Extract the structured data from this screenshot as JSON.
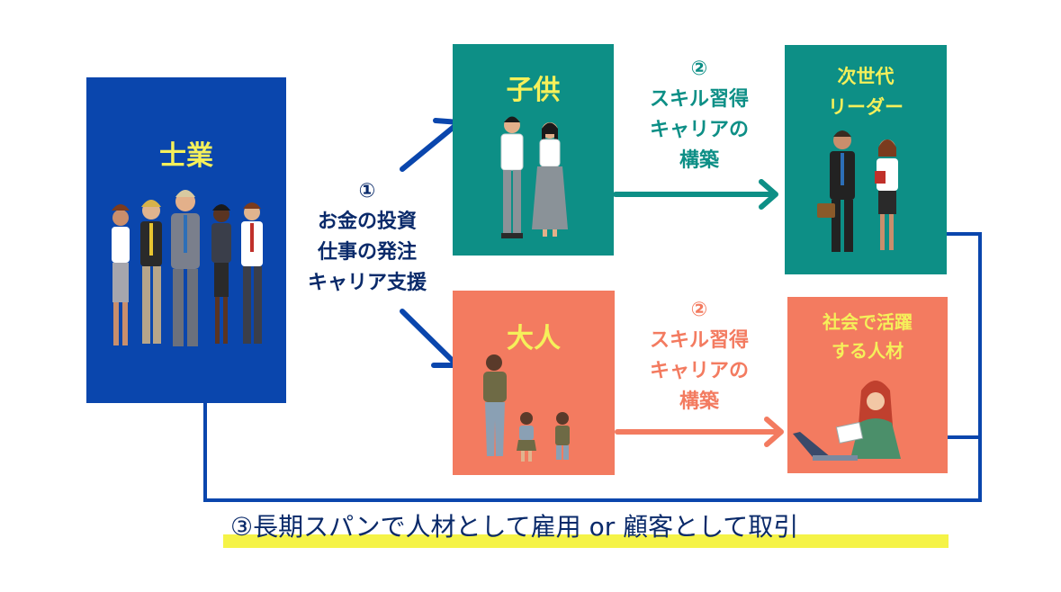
{
  "boxes": {
    "shigyo": "士業",
    "kodomo": "子供",
    "leader": [
      "次世代",
      "リーダー"
    ],
    "otona": "大人",
    "shakai": [
      "社会で活躍",
      "する人材"
    ]
  },
  "step1": {
    "num": "①",
    "lines": [
      "お金の投資",
      "仕事の発注",
      "キャリア支援"
    ]
  },
  "step2_top": {
    "num": "②",
    "lines": [
      "スキル習得",
      "キャリアの",
      "構築"
    ]
  },
  "step2_bottom": {
    "num": "②",
    "lines": [
      "スキル習得",
      "キャリアの",
      "構築"
    ]
  },
  "step3": "③長期スパンで人材として雇用 or 顧客として取引",
  "colors": {
    "navy": "#0a46ad",
    "teal": "#0d8f86",
    "coral": "#f37b60",
    "yellow_text": "#f5f05a",
    "highlight": "#f5f347"
  },
  "icons": {
    "shigyo": "business-people-group-illustration",
    "kodomo": "students-illustration",
    "leader": "business-leaders-illustration",
    "otona": "mother-and-children-illustration",
    "shakai": "woman-working-at-laptop-illustration"
  }
}
